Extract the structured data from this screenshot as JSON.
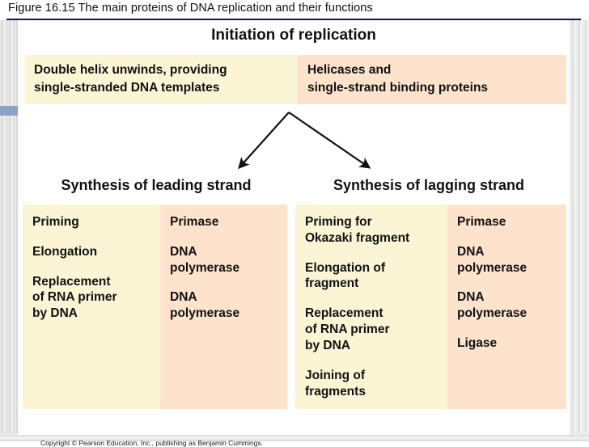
{
  "slide": {
    "title": "Figure 16.15  The main proteins of DNA replication and their functions",
    "copyright": "Copyright © Pearson Education, Inc., publishing as Benjamin Cummings."
  },
  "colors": {
    "function_cell": "#fbf5d5",
    "protein_cell": "#fde3cc",
    "title_rule": "#14146e",
    "blue_tab": "#8ba2c4",
    "text": "#111111"
  },
  "headings": {
    "initiation": "Initiation of replication",
    "leading": "Synthesis of leading strand",
    "lagging": "Synthesis of lagging strand"
  },
  "initiation": {
    "function_line_1": "Double helix unwinds, providing",
    "function_line_2": "single-stranded DNA templates",
    "protein_line_1": "Helicases and",
    "protein_line_2": "single-strand binding proteins"
  },
  "arrows": {
    "left_arrow_label": "branch-to-leading-strand",
    "right_arrow_label": "branch-to-lagging-strand"
  },
  "leading_strand": {
    "functions": [
      "Priming",
      "Elongation",
      "Replacement\nof RNA primer\nby DNA"
    ],
    "proteins": [
      "Primase",
      "DNA\npolymerase",
      "DNA\npolymerase"
    ]
  },
  "lagging_strand": {
    "functions": [
      "Priming for\nOkazaki fragment",
      "Elongation of\nfragment",
      "Replacement\nof RNA primer\nby DNA",
      "Joining of\nfragments"
    ],
    "proteins": [
      "Primase",
      "DNA\npolymerase",
      "DNA\npolymerase",
      "Ligase"
    ]
  }
}
